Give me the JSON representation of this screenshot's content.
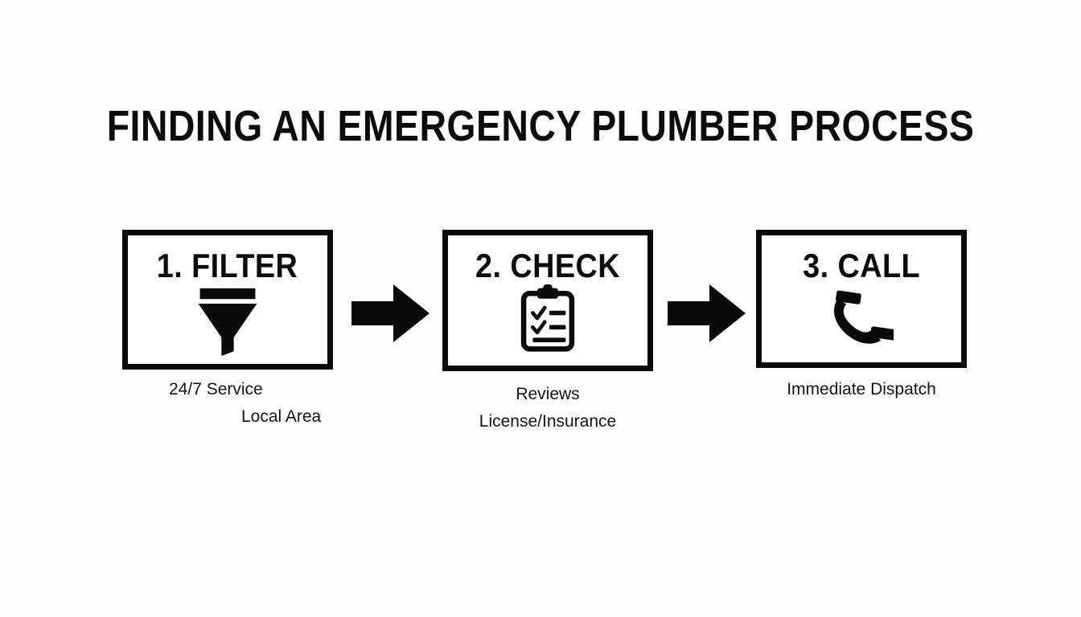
{
  "page": {
    "title": "FINDING AN EMERGENCY PLUMBER PROCESS",
    "background_color": "#fefefe",
    "ink_color": "#0a0a0a"
  },
  "flow": {
    "steps": [
      {
        "heading": "1. FILTER",
        "icon": "funnel-icon",
        "captions": [
          "24/7 Service",
          "Local Area"
        ]
      },
      {
        "heading": "2. CHECK",
        "icon": "clipboard-checklist-icon",
        "captions": [
          "Reviews",
          "License/Insurance"
        ]
      },
      {
        "heading": "3. CALL",
        "icon": "phone-handset-icon",
        "captions": [
          "Immediate Dispatch"
        ]
      }
    ],
    "connectors": [
      {
        "icon": "arrow-right-icon"
      },
      {
        "icon": "arrow-right-icon"
      }
    ]
  }
}
